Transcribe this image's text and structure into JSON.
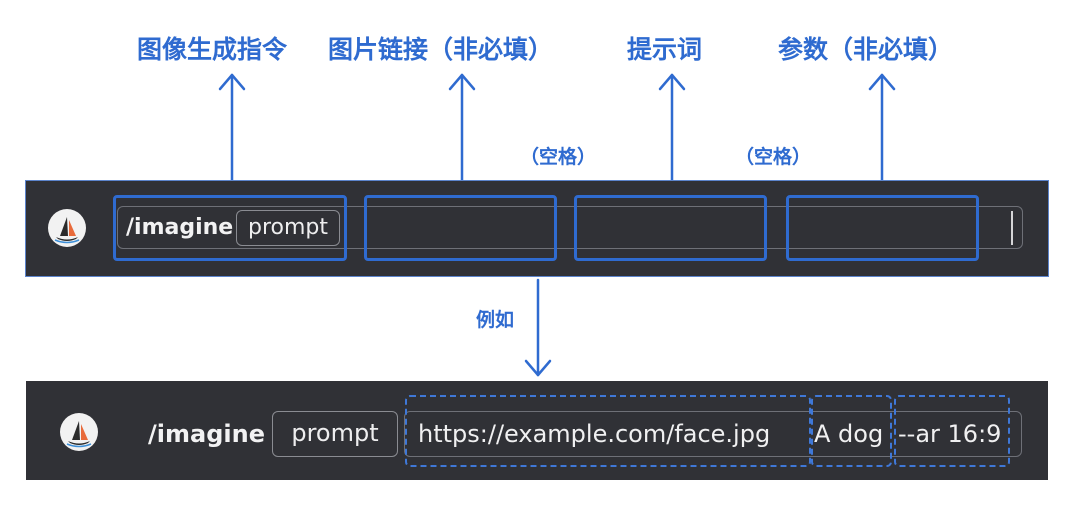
{
  "labels": {
    "command": "图像生成指令",
    "image_link": "图片链接（非必填）",
    "prompt": "提示词",
    "params": "参数（非必填）",
    "space1": "（空格）",
    "space2": "（空格）",
    "example": "例如"
  },
  "top_bar": {
    "command": "/imagine",
    "chip": "prompt"
  },
  "bottom_bar": {
    "command": "/imagine",
    "chip": "prompt",
    "image_url": "https://example.com/face.jpg",
    "prompt_text": "A dog",
    "params_text": "--ar 16:9"
  },
  "colors": {
    "accent": "#2f6bd0",
    "bar_bg": "#303136"
  },
  "icons": {
    "avatar": "sailboat-logo-icon"
  }
}
